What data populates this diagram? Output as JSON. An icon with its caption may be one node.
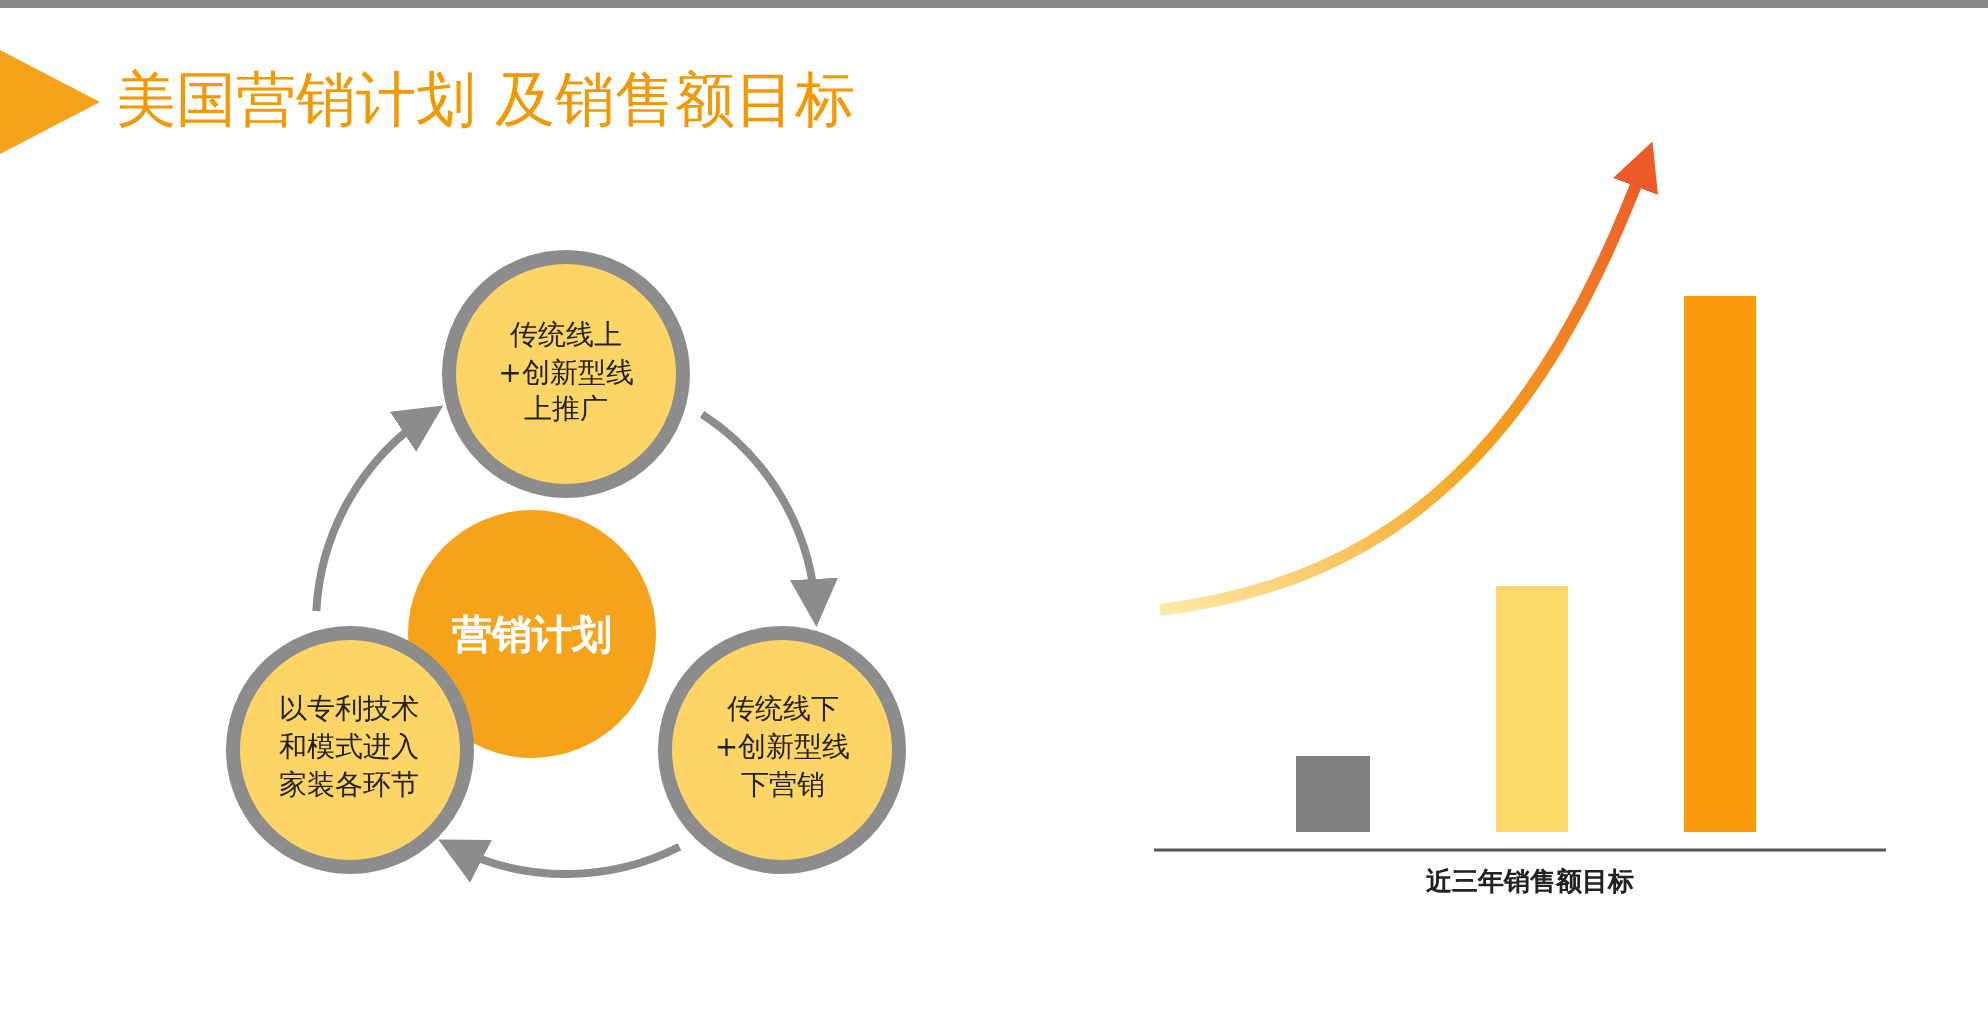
{
  "diagram": {
    "title": "美国营销计划 及销售额目标",
    "nodes": [
      {
        "text": [
          "营销计划"
        ]
      },
      {
        "text": [
          "传统线上+创新型线上推广"
        ]
      },
      {
        "text": [
          "传统线下+创新型线下营销"
        ]
      },
      {
        "text": [
          "以专利技术和模式进入家装各环节"
        ]
      }
    ],
    "edges": [
      {
        "from": 1,
        "to": 2,
        "arrow": "to"
      },
      {
        "from": 2,
        "to": 3,
        "arrow": "to"
      },
      {
        "from": 3,
        "to": 1,
        "arrow": "to"
      }
    ],
    "labels": [
      "近三年销售额目标"
    ]
  }
}
